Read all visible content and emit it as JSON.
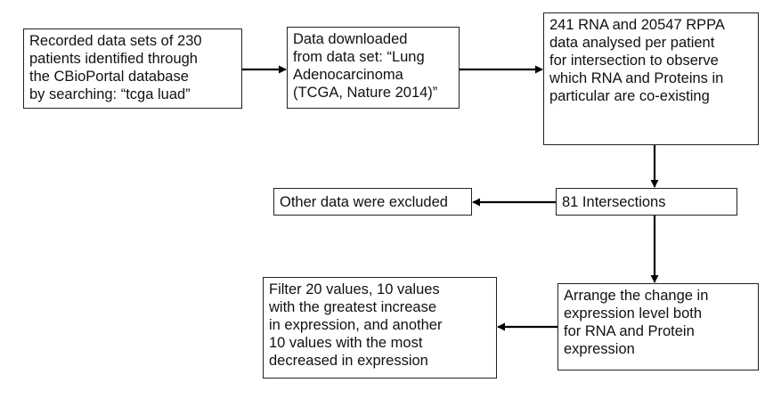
{
  "diagram": {
    "boxes": {
      "b1": "Recorded data sets of 230\npatients identified through\nthe CBioPortal database\nby searching: “tcga luad”",
      "b2": "Data downloaded\nfrom data set: “Lung\nAdenocarcinoma\n(TCGA, Nature 2014)”",
      "b3": "241 RNA and 20547 RPPA\ndata analysed per patient\nfor intersection to observe\nwhich RNA and Proteins in\nparticular are co-existing",
      "b4": "Other data were excluded",
      "b5": "81 Intersections",
      "b6": "Filter 20 values, 10 values\nwith the greatest increase\nin expression, and another\n10 values with the most\ndecreased in expression",
      "b7": "Arrange the change in\nexpression level both\nfor RNA and Protein\nexpression"
    },
    "connections": [
      {
        "from": "b1",
        "to": "b2"
      },
      {
        "from": "b2",
        "to": "b3"
      },
      {
        "from": "b3",
        "to": "b5"
      },
      {
        "from": "b5",
        "to": "b4"
      },
      {
        "from": "b5",
        "to": "b7"
      },
      {
        "from": "b7",
        "to": "b6"
      }
    ],
    "colors": {
      "border": "#222222",
      "arrow": "#000000",
      "text": "#111111",
      "background": "#ffffff"
    }
  }
}
